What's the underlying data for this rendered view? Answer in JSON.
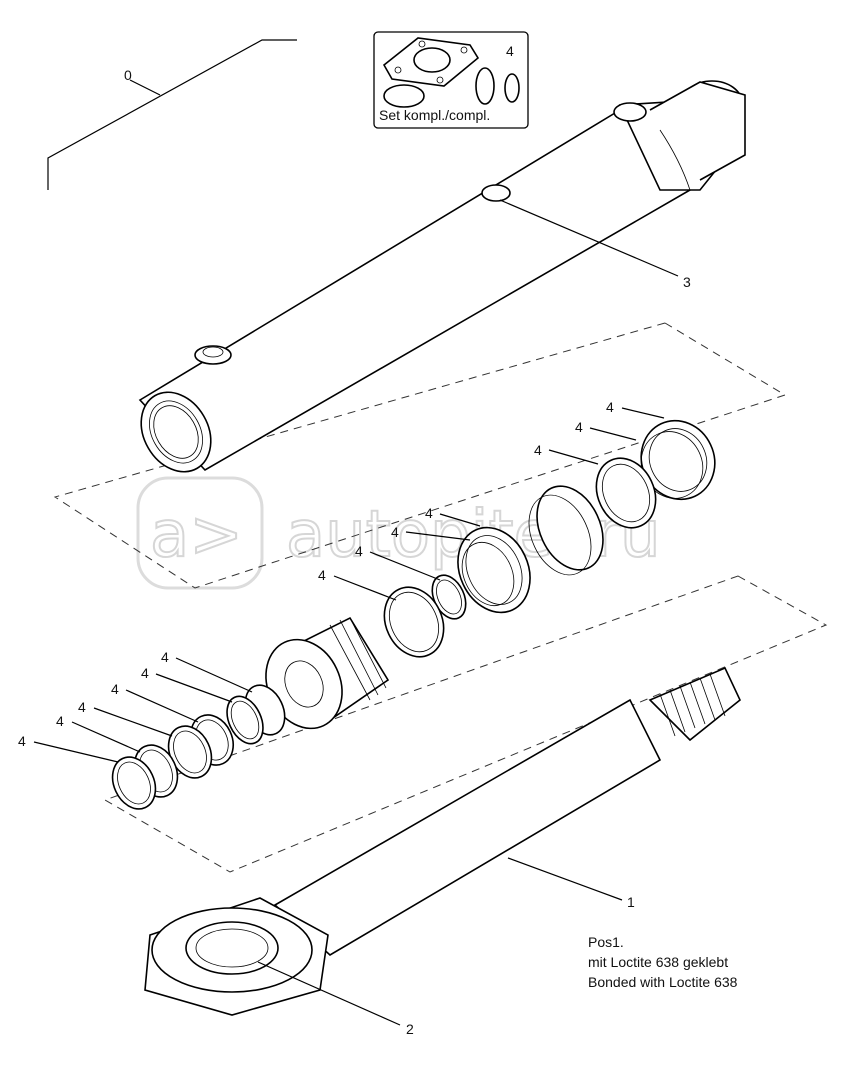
{
  "kit_box": {
    "label": "Set kompl./compl.",
    "ref": "4"
  },
  "callouts": {
    "c0": "0",
    "c1": "1",
    "c2": "2",
    "c3": "3",
    "seal": "4"
  },
  "note": {
    "line1": "Pos1.",
    "line2": "mit Loctite 638 geklebt",
    "line3": "Bonded with Loctite 638"
  },
  "watermark": "autopiter.ru",
  "colors": {
    "line": "#000000",
    "background": "#ffffff",
    "watermark": "#d6d6d6"
  }
}
